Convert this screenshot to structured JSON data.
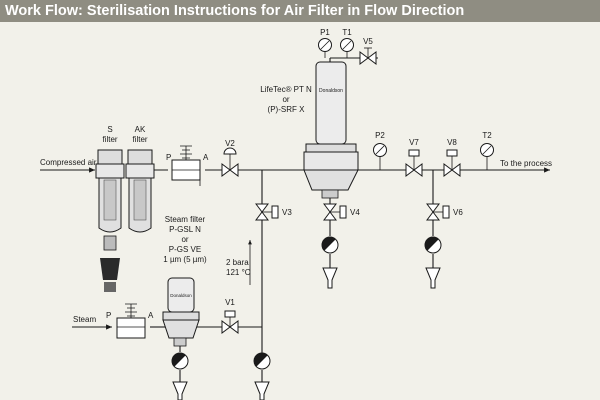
{
  "header": {
    "title": "Work Flow: Sterilisation Instructions for Air Filter in Flow Direction",
    "background": "#8f8d82",
    "text_color": "#ffffff"
  },
  "canvas_background": "#f2f1ea",
  "labels": {
    "compressed_air": "Compressed air",
    "steam": "Steam",
    "to_process": "To the process",
    "s_filter": [
      "S",
      "filter"
    ],
    "ak_filter": [
      "AK",
      "filter"
    ],
    "main_filter": [
      "LifeTec® PT N",
      "or",
      "(P)-SRF X"
    ],
    "steam_filter": [
      "Steam filter",
      "P-GSL N",
      "or",
      "P-GS VE",
      "1 µm (5 µm)"
    ],
    "pressure_note": [
      "2 bara",
      "121 °C"
    ],
    "valves": {
      "v1": "V1",
      "v2": "V2",
      "v3": "V3",
      "v4": "V4",
      "v5": "V5",
      "v6": "V6",
      "v7": "V7",
      "v8": "V8"
    },
    "gauges": {
      "p1": "P1",
      "t1": "T1",
      "p2": "P2",
      "t2": "T2"
    },
    "port_p": "P",
    "port_a": "A",
    "brand": "Donaldson"
  },
  "icons": {
    "regulator": "pressure-regulator-icon",
    "gauge": "gauge-icon",
    "valve": "ball-valve-icon",
    "trap": "steam-trap-icon",
    "drain": "drain-funnel-icon"
  }
}
